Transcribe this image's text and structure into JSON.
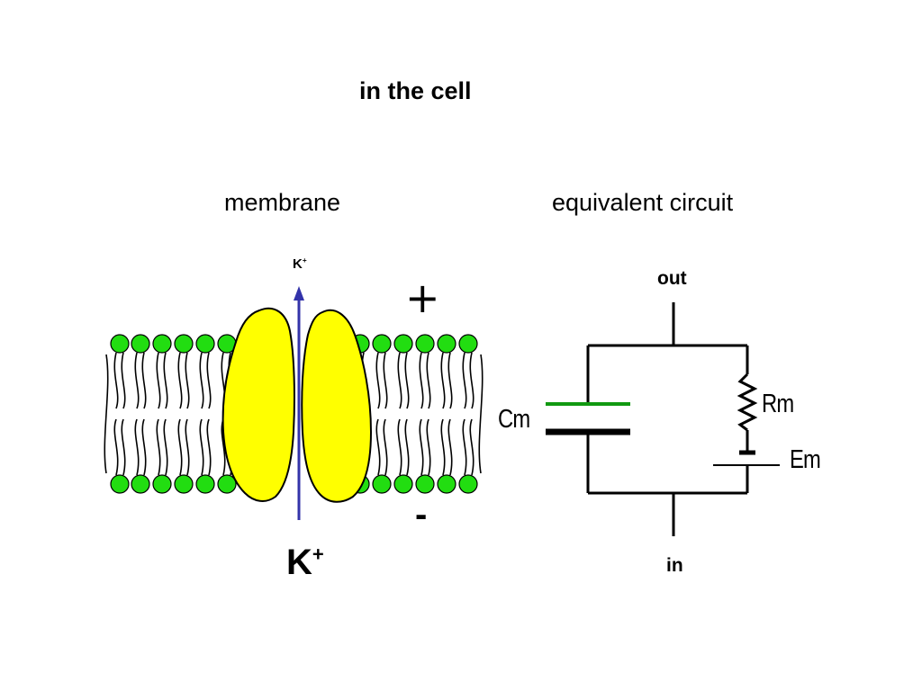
{
  "title": "in the cell",
  "membrane": {
    "heading": "membrane",
    "ion_top": "K",
    "ion_top_charge": "+",
    "ion_bottom": "K",
    "ion_bottom_charge": "+",
    "outside_sign": "+",
    "inside_sign": "-",
    "colors": {
      "lipid_head": "#22dd11",
      "channel_protein": "#ffff00",
      "ion_arrow": "#3333aa"
    }
  },
  "circuit": {
    "heading": "equivalent circuit",
    "out_label": "out",
    "in_label": "in",
    "capacitor_label": "Cm",
    "resistor_label": "Rm",
    "battery_label": "Em",
    "colors": {
      "capacitor_plate_top": "#119911",
      "wire": "#000000"
    }
  }
}
